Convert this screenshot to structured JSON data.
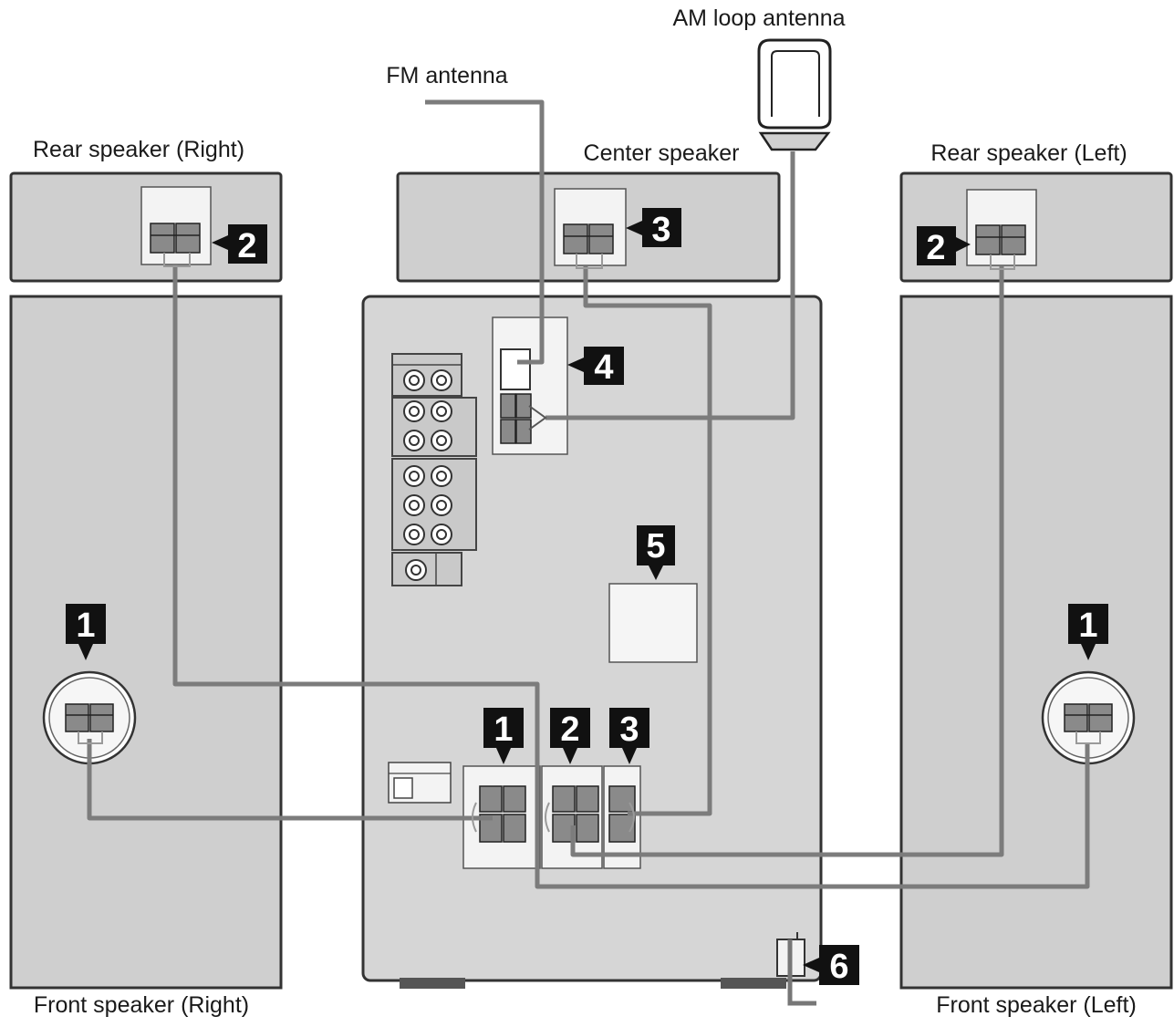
{
  "labels": {
    "am_antenna": "AM loop antenna",
    "fm_antenna": "FM antenna",
    "rear_right": "Rear speaker (Right)",
    "center": "Center speaker",
    "rear_left": "Rear speaker (Left)",
    "front_right": "Front speaker (Right)",
    "front_left": "Front speaker (Left)"
  },
  "badges": {
    "rear_right": "2",
    "center": "3",
    "rear_left": "2",
    "antenna_terminal": "4",
    "panel_5": "5",
    "front_right": "1",
    "front_left": "1",
    "unit_front": "1",
    "unit_rear": "2",
    "unit_center": "3",
    "power": "6"
  }
}
